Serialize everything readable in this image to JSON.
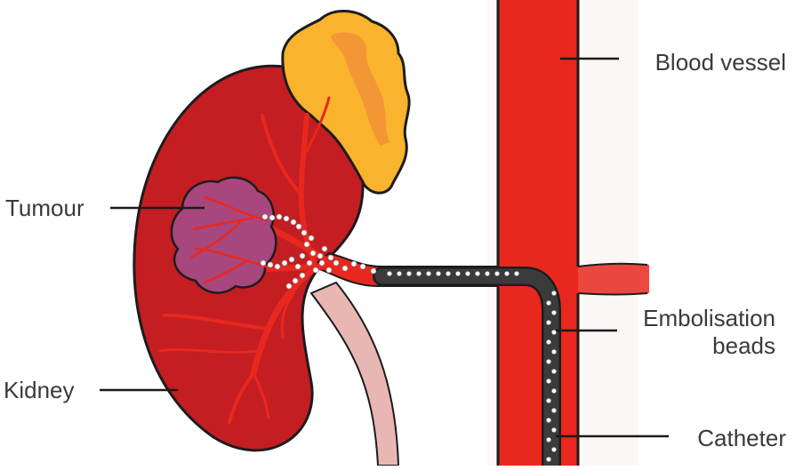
{
  "labels": {
    "blood_vessel": "Blood vessel",
    "tumour": "Tumour",
    "kidney": "Kidney",
    "embolisation_line1": "Embolisation",
    "embolisation_line2": "beads",
    "catheter": "Catheter"
  },
  "colors": {
    "kidney": "#c41d22",
    "kidney_outline": "#1c1c1c",
    "vessel": "#e8281e",
    "adrenal_gland": "#f9b32c",
    "adrenal_inner": "#f08c3a",
    "tumour": "#a8467e",
    "ureter": "#e9b7b3",
    "catheter": "#3b3b3b",
    "bead": "#ffffff",
    "leader_line": "#1a1a1a"
  },
  "icons": [
    "kidney-shape",
    "adrenal-gland-shape",
    "tumour-shape",
    "blood-vessel-shape",
    "catheter-shape",
    "bead-dots"
  ]
}
